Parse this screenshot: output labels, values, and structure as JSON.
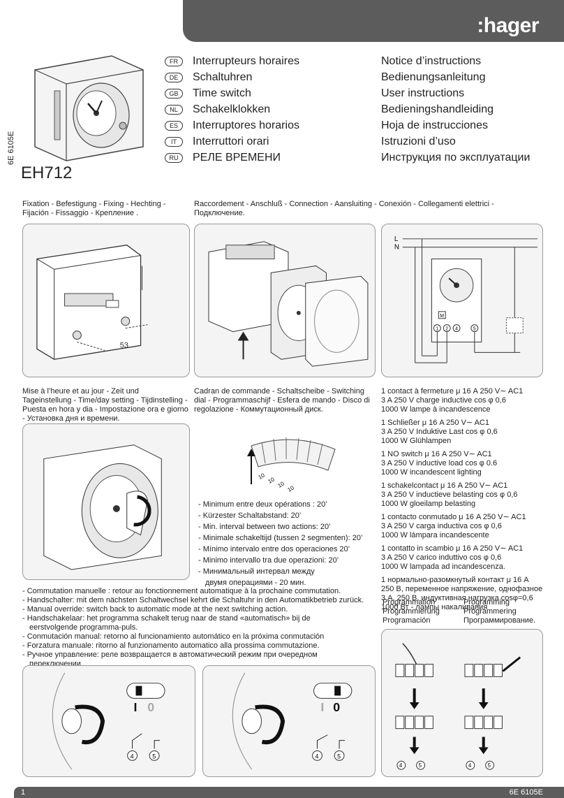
{
  "header": {
    "brand": ":hager"
  },
  "doc_code": "6E 6105E",
  "model": "EH712",
  "languages": [
    {
      "code": "FR",
      "name": "Interrupteurs horaires",
      "doc": "Notice d’instructions"
    },
    {
      "code": "DE",
      "name": "Schaltuhren",
      "doc": "Bedienungsanleitung"
    },
    {
      "code": "GB",
      "name": "Time switch",
      "doc": "User instructions"
    },
    {
      "code": "NL",
      "name": "Schakelklokken",
      "doc": "Bedieningshandleiding"
    },
    {
      "code": "ES",
      "name": "Interruptores horarios",
      "doc": "Hoja de instrucciones"
    },
    {
      "code": "IT",
      "name": "Interruttori orari",
      "doc": "Istruzioni d’uso"
    },
    {
      "code": "RU",
      "name": "РЕЛЕ ВРЕМЕНИ",
      "doc": "Инструкция по эксплуатации"
    }
  ],
  "sections": {
    "fixing": "Fixation - Befestigung - Fixing - Hechting - Fijación - Fissaggio - Крепление .",
    "fixing_dim": "53",
    "connection": "Raccordement - Anschluß - Connection - Aansluiting - Conexión - Collegamenti elettrici - Подключение.",
    "time_setting": "Mise à l’heure et au jour - Zeit und Tageinstellung - Time/day setting - Tijdinstelling - Puesta en hora y dia - Impostazione ora e giorno - Установка дня и времени.",
    "dial": "Cadran de commande - Schaltscheibe - Switching dial - Programmaschijf - Esfera de mando - Disco di regolazione - Коммутационный диск.",
    "programming_col1": [
      "Programmation",
      "Programmierung",
      "Programación"
    ],
    "programming_col2": [
      "Programming",
      "Programmering",
      "Программирование."
    ]
  },
  "wiring": {
    "L": "L",
    "N": "N",
    "motor": "M",
    "terminals": [
      "1",
      "2",
      "4",
      "5"
    ]
  },
  "dial_ticks": [
    "10",
    "10",
    "10",
    "10"
  ],
  "min_interval": [
    "- Minimum entre deux opérations : 20’",
    "- Kürzester Schaltabstand: 20’",
    "- Min. interval between two actions: 20’",
    "- Minimale schakeltijd (tussen 2 segmenten): 20’",
    "- Mínimo intervalo entre dos operaciones  20’",
    "- Minimo intervallo tra due operazioni: 20’",
    "- Минимальный интервал между",
    "  двумя операциями - 20 мин."
  ],
  "specs": [
    [
      "1 contact à fermeture μ 16 A 250 V∼ AC1",
      "3 A 250 V charge inductive cos φ 0,6",
      "1000 W lampe à incandescence"
    ],
    [
      "1 Schließer μ 16 A 250 V∼ AC1",
      "3 A 250 V Induktive Last cos φ 0,6",
      "1000 W Glühlampen"
    ],
    [
      "1 NO switch μ 16 A 250 V∼ AC1",
      "3 A 250 V inductive load cos φ 0.6",
      "1000 W incandescent lighting"
    ],
    [
      "1 schakelcontact μ 16 A 250 V∼ AC1",
      "3 A 250 V inductieve belasting cos φ 0,6",
      "1000 W gloeilamp belasting"
    ],
    [
      "1 contacto conmutado μ 16 A 250 V∼ AC1",
      "3 A 250 V carga inductiva cos φ 0,6",
      "1000 W lámpara incandescente"
    ],
    [
      "1 contatto in scambio μ 16 A 250 V∼ AC1",
      "3 A 250 V carico induttivo cos φ 0,6",
      "1000 W lampada ad incandescenza."
    ],
    [
      "1 нормально-разомкнутый контакт μ 16 A",
      "250 В, переменное напряжение, однофазное",
      "3 А, 250 В, индуктивная нагрузка cosφ=0,6",
      "1000 Вт - лампы накаливания"
    ]
  ],
  "manual_override": [
    "-  Commutation manuelle : retour au fonctionnement automatique à la prochaine commutation.",
    "-  Handschalter: mit dem nächsten Schaltwechsel kehrt die Schaltuhr in den Automatikbetrieb zurück.",
    "-  Manual override: switch back to automatic mode at the next switching action.",
    "-  Handschakelaar: het programma schakelt terug naar de stand «automatisch» bij de",
    "   eerstvolgende programma-puls.",
    "-  Conmutación manual: retorno al funcionamiento automático en la próxima conmutación",
    "-  Forzatura manuale: ritorno al funzionamento automatico alla prossima commutazione.",
    "-  Ручное управление: реле возвращается в автоматический режим при очередном",
    "   переключении."
  ],
  "override_diagram": {
    "on": "I",
    "off": "0",
    "t4": "4",
    "t5": "5"
  },
  "footer": {
    "page": "1",
    "code": "6E 6105E"
  }
}
